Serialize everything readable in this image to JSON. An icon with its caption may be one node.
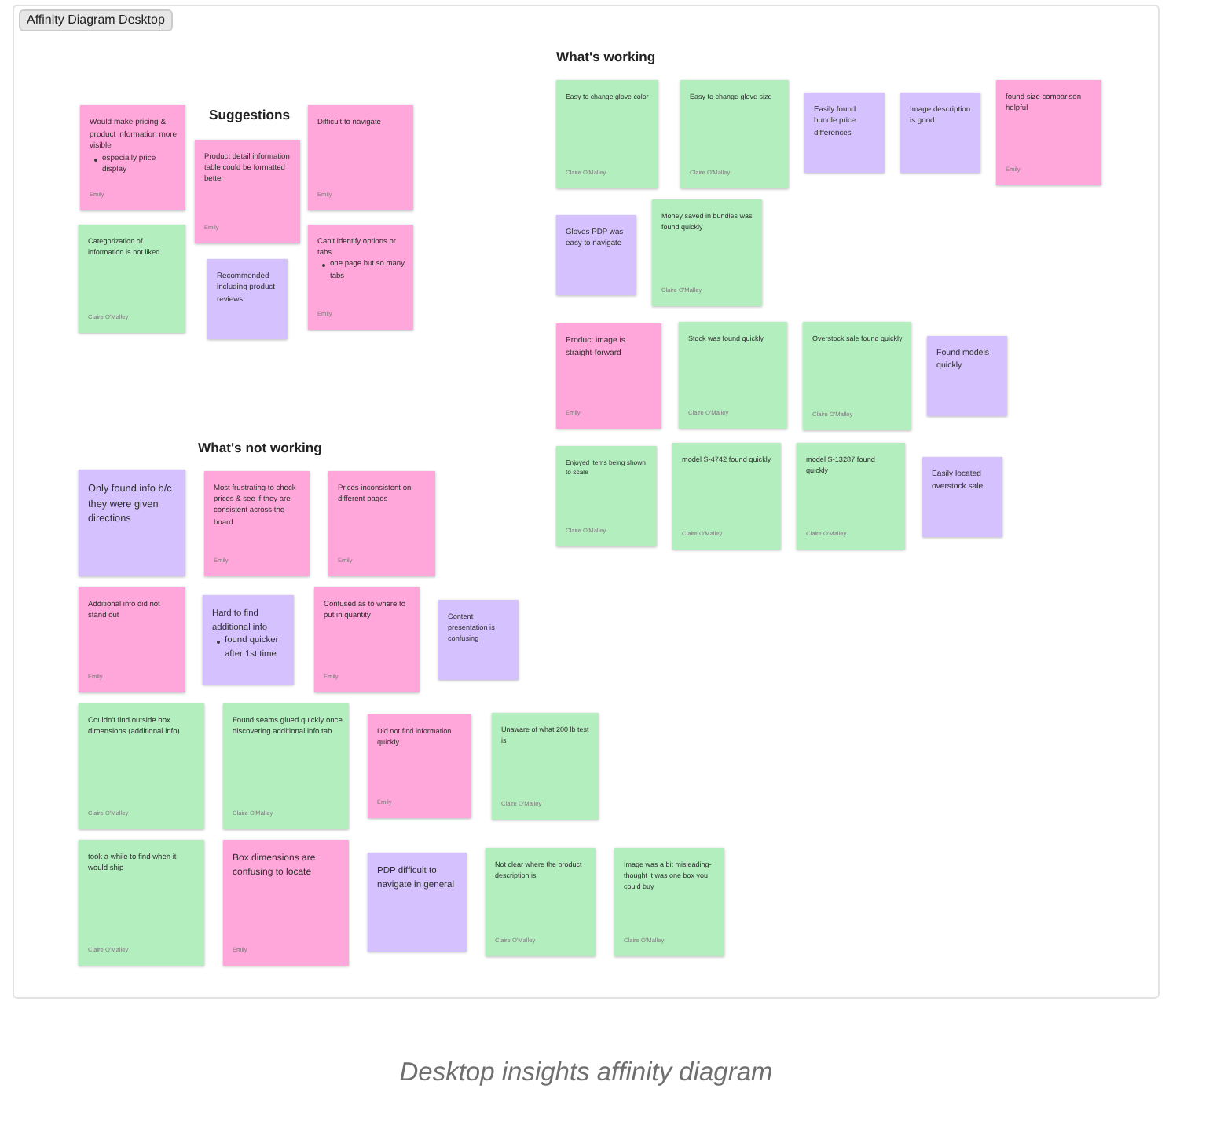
{
  "diagram": {
    "title": "Affinity Diagram Desktop",
    "caption": "Desktop insights affinity diagram",
    "nodes": [
      {
        "text": [
          "Would make pricing & product information more visible",
          "especially price display",
          "Emily"
        ]
      },
      {
        "text": [
          "Product detail information table could be formatted better",
          "Emily"
        ]
      },
      {
        "text": [
          "Difficult to navigate",
          "Emily"
        ]
      },
      {
        "text": [
          "Categorization of information is not liked",
          "Claire O'Malley"
        ]
      },
      {
        "text": [
          "Recommended including product reviews"
        ]
      },
      {
        "text": [
          "Can't identify options or tabs",
          "one page but so many tabs",
          "Emily"
        ]
      },
      {
        "text": [
          "Easy to change glove color",
          "Claire O'Malley"
        ]
      },
      {
        "text": [
          "Easy to change glove size",
          "Claire O'Malley"
        ]
      },
      {
        "text": [
          "Easily found bundle price differences"
        ]
      },
      {
        "text": [
          "Image description is good"
        ]
      },
      {
        "text": [
          "found size comparison helpful",
          "Emily"
        ]
      },
      {
        "text": [
          "Gloves PDP was easy to navigate"
        ]
      },
      {
        "text": [
          "Money saved in bundles was found quickly",
          "Claire O'Malley"
        ]
      },
      {
        "text": [
          "Product image is straight-forward",
          "Emily"
        ]
      },
      {
        "text": [
          "Stock was found quickly",
          "Claire O'Malley"
        ]
      },
      {
        "text": [
          "Overstock sale found quickly",
          "Claire O'Malley"
        ]
      },
      {
        "text": [
          "Found models quickly"
        ]
      },
      {
        "text": [
          "Enjoyed items being shown to scale",
          "Claire O'Malley"
        ]
      },
      {
        "text": [
          "model S-4742 found quickly",
          "Claire O'Malley"
        ]
      },
      {
        "text": [
          "model S-13287 found quickly",
          "Claire O'Malley"
        ]
      },
      {
        "text": [
          "Easily located overstock sale"
        ]
      },
      {
        "text": [
          "Only found info b/c they were given directions"
        ]
      },
      {
        "text": [
          "Most frustrating to check prices & see if they are consistent across the board",
          "Emily"
        ]
      },
      {
        "text": [
          "Prices inconsistent on different pages",
          "Emily"
        ]
      },
      {
        "text": [
          "Additional info did not stand out",
          "Emily"
        ]
      },
      {
        "text": [
          "Hard to find additional info",
          "found quicker after 1st time"
        ]
      },
      {
        "text": [
          "Confused as to where to put in quantity",
          "Emily"
        ]
      },
      {
        "text": [
          "Content presentation is confusing"
        ]
      },
      {
        "text": [
          "Couldn't find outside box dimensions (additional info)",
          "Claire O'Malley"
        ]
      },
      {
        "text": [
          "Found seams glued quickly once discovering additional info tab",
          "Claire O'Malley"
        ]
      },
      {
        "text": [
          "Did not find information quickly",
          "Emily"
        ]
      },
      {
        "text": [
          "Unaware of what 200 lb test is",
          "Claire O'Malley"
        ]
      },
      {
        "text": [
          "took a while to find when it would ship",
          "Claire O'Malley"
        ]
      },
      {
        "text": [
          "Box dimensions are confusing to locate",
          "Emily"
        ]
      },
      {
        "text": [
          "PDP difficult to navigate in general"
        ]
      },
      {
        "text": [
          "Not clear where the product description is",
          "Claire O'Malley"
        ]
      },
      {
        "text": [
          "Image was a bit misleading- thought it was one box you could buy",
          "Claire O'Malley"
        ]
      }
    ],
    "labels": [
      "Suggestions",
      "What's working",
      "What's not working"
    ]
  }
}
